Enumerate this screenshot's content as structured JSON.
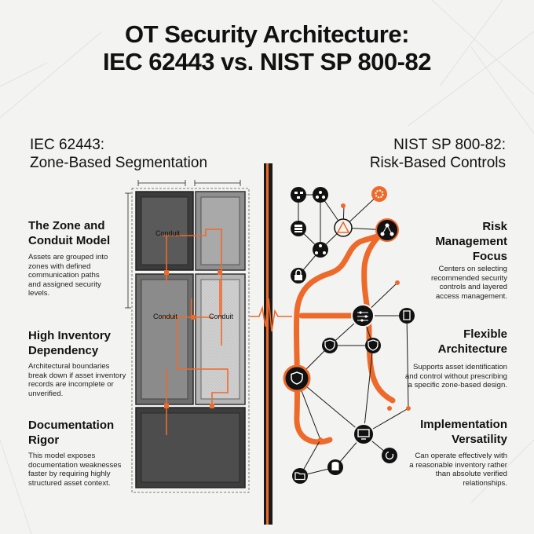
{
  "title": {
    "line1": "OT Security Architecture:",
    "line2": "IEC 62443 vs. NIST SP 800-82"
  },
  "left": {
    "heading_line1": "IEC 62443:",
    "heading_line2": "Zone-Based Segmentation",
    "blocks": [
      {
        "h1": "The Zone and",
        "h2": "Conduit Model",
        "lines": [
          "Assets are grouped into",
          "zones with defined",
          "communication paths",
          "and assigned security",
          "levels."
        ]
      },
      {
        "h1": "High Inventory",
        "h2": "Dependency",
        "lines": [
          "Architectural boundaries",
          "break down if asset inventory",
          "records are incomplete or",
          "unverified."
        ]
      },
      {
        "h1": "Documentation",
        "h2": "Rigor",
        "lines": [
          "This model exposes",
          "documentation weaknesses",
          "faster by requiring highly",
          "structured asset context."
        ]
      }
    ],
    "conduit_labels": [
      "Conduit",
      "Conduit",
      "Conduit"
    ]
  },
  "right": {
    "heading_line1": "NIST SP 800-82:",
    "heading_line2": "Risk-Based Controls",
    "blocks": [
      {
        "h1": "Risk",
        "h2": "Management",
        "h3": "Focus",
        "lines": [
          "Centers on selecting",
          "recommended security",
          "controls and layered",
          "access management."
        ]
      },
      {
        "h1": "Flexible",
        "h2": "Architecture",
        "lines": [
          "Supports asset identification",
          "and control without prescribing",
          "a specific zone-based design."
        ]
      },
      {
        "h1": "Implementation",
        "h2": "Versatility",
        "lines": [
          "Can operate effectively with",
          "a reasonable inventory rather",
          "than absolute verified",
          "relationships."
        ]
      }
    ]
  },
  "colors": {
    "accent": "#ee6a2b",
    "ink": "#111111",
    "zone_dark": "#4a4a4a",
    "zone_mid": "#8c8c8c",
    "zone_light": "#c8c8c8",
    "background": "#f3f3f2"
  },
  "icons": [
    "gear-icon",
    "warning-icon",
    "network-icon",
    "server-icon",
    "hierarchy-icon",
    "lock-icon",
    "sliders-icon",
    "document-icon",
    "shield-icon",
    "monitor-icon",
    "database-icon",
    "refresh-icon",
    "folder-icon"
  ]
}
